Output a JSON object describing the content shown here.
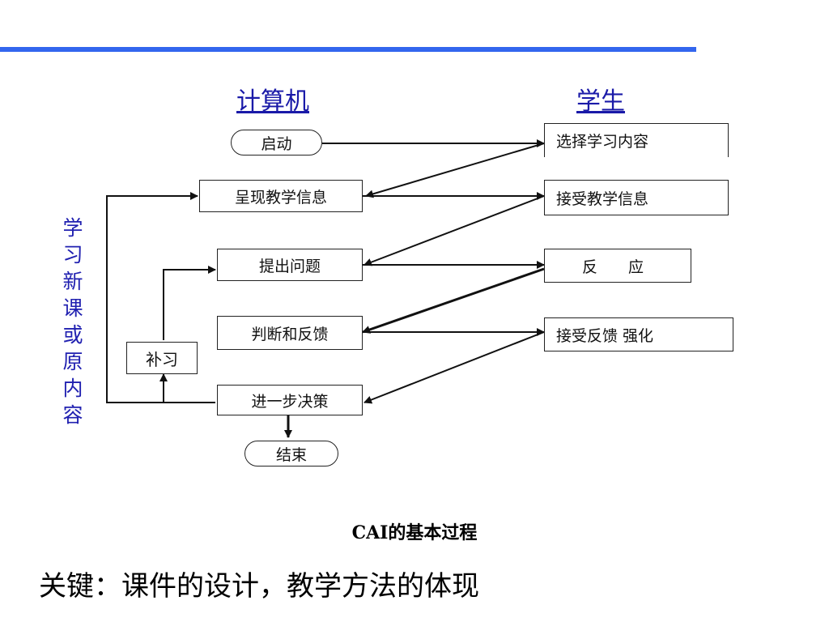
{
  "header": {
    "computer": "计算机",
    "student": "学生"
  },
  "computer_steps": {
    "start": "启动",
    "present": "呈现教学信息",
    "ask": "提出问题",
    "judge": "判断和反馈",
    "decide": "进一步决策",
    "end": "结束"
  },
  "remedial": "补习",
  "student_steps": {
    "choose": "选择学习内容",
    "receive": "接受教学信息",
    "respond": "反　　应",
    "reinforce": "接受反馈 强化"
  },
  "side_label": "学习新课或原内容",
  "caption": "CAI的基本过程",
  "keypoint": "关键：课件的设计，教学方法的体现",
  "colors": {
    "accent_rule": "#3366ee",
    "header_text": "#1a1aa8",
    "side_text": "#2020b0"
  }
}
